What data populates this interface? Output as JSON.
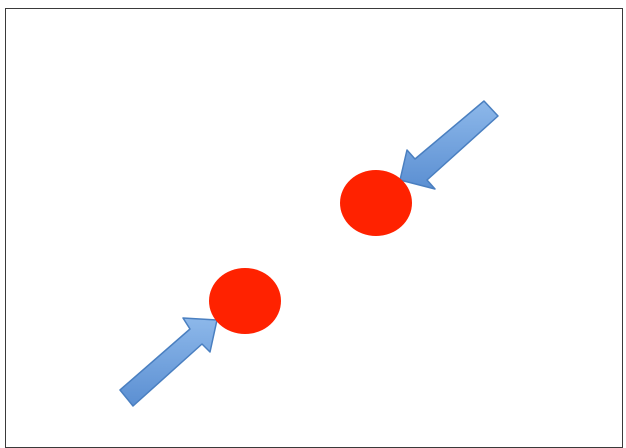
{
  "diagram": {
    "dot_color": "#ff2200",
    "arrow_fill": "#6fa2de",
    "arrow_stroke": "#4a7fc0",
    "frame_color": "#3a3a3a",
    "elements": [
      {
        "name": "dot-upper",
        "icon": "circle-dot"
      },
      {
        "name": "dot-lower",
        "icon": "circle-dot"
      },
      {
        "name": "arrow-upper-right",
        "icon": "arrow-icon"
      },
      {
        "name": "arrow-lower-left",
        "icon": "arrow-icon"
      }
    ]
  }
}
